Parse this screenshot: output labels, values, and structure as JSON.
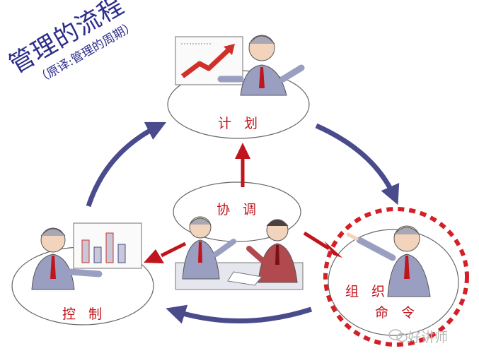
{
  "title": {
    "main": "管理的流程",
    "sub": "（原译:管理的周期）"
  },
  "nodes": {
    "plan": "计 划",
    "coordinate": "协 调",
    "control": "控 制",
    "organize": "组 织",
    "command": "命 令"
  },
  "watermark": "好讲师",
  "colors": {
    "cycle_arrow": "#4a4b8c",
    "center_arrow": "#c0151c",
    "highlight_ring": "#d41f26",
    "label_text": "#c0151c",
    "title_text": "#2c2d8c"
  },
  "icons": [
    "presenter-figure",
    "rising-chart-icon",
    "bar-chart-icon",
    "meeting-figures",
    "wechat-icon"
  ]
}
